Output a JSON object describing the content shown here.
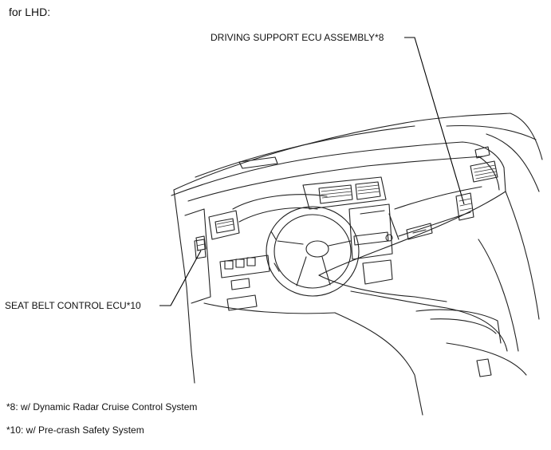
{
  "heading": "for LHD:",
  "callouts": {
    "driving_support_ecu": "DRIVING SUPPORT ECU ASSEMBLY*8",
    "seat_belt_ecu": "SEAT BELT CONTROL ECU*10"
  },
  "notes": {
    "note_8": "*8: w/ Dynamic Radar Cruise Control System",
    "note_10": "*10: w/ Pre-crash Safety System"
  }
}
